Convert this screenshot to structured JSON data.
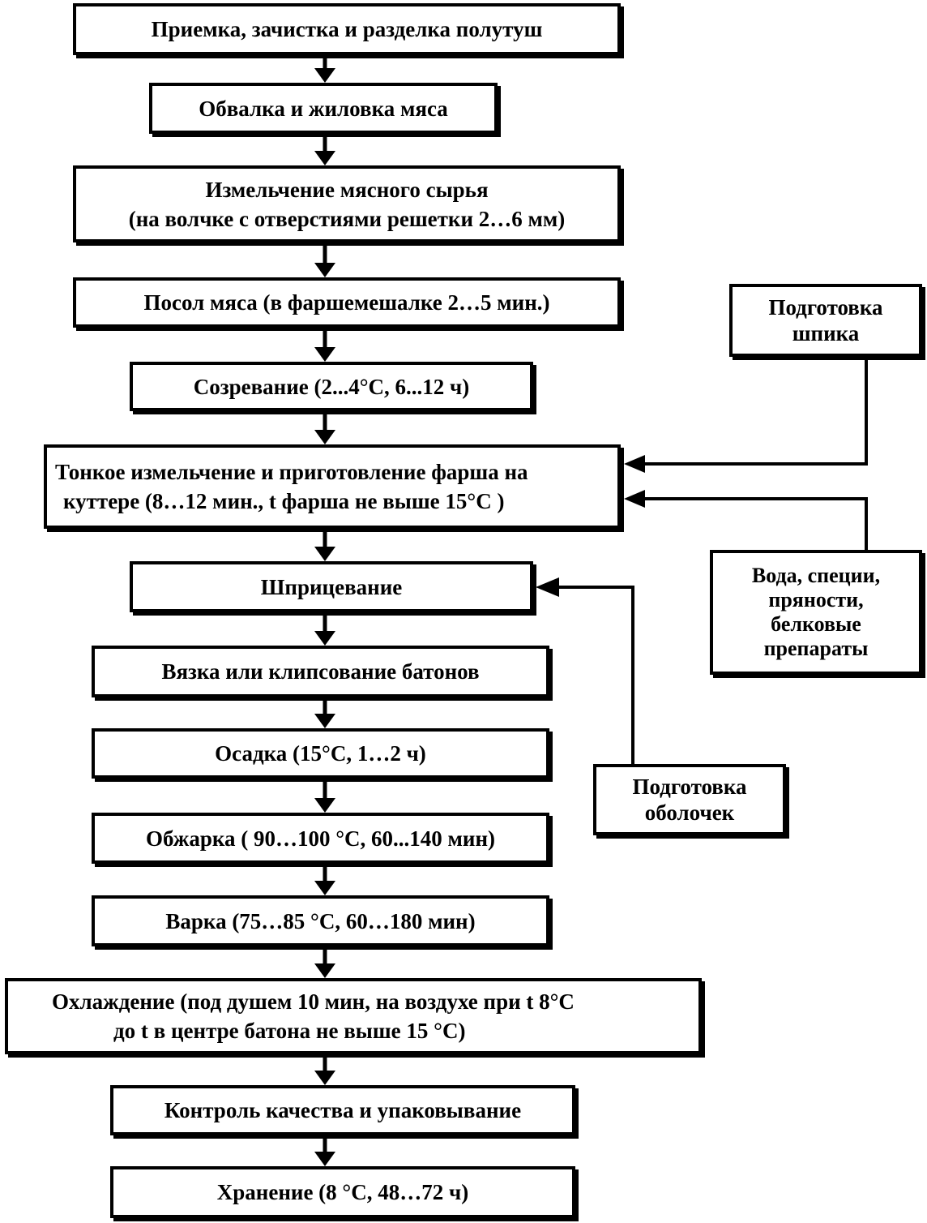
{
  "main_steps": [
    {
      "lines": [
        "Приемка, зачистка и разделка полутуш"
      ]
    },
    {
      "lines": [
        "Обвалка и жиловка мяса"
      ]
    },
    {
      "lines": [
        "Измельчение мясного сырья",
        "(на волчке с отверстиями решетки 2…6 мм)"
      ]
    },
    {
      "lines": [
        "Посол мяса (в фаршемешалке 2…5 мин.)"
      ]
    },
    {
      "lines": [
        "Созревание (2...4°С, 6...12 ч)"
      ]
    },
    {
      "lines": [
        "Тонкое измельчение и приготовление фарша на",
        "куттере (8…12 мин., t фарша не выше 15°С )"
      ]
    },
    {
      "lines": [
        "Шприцевание"
      ]
    },
    {
      "lines": [
        "Вязка или клипсование батонов"
      ]
    },
    {
      "lines": [
        "Осадка (15°С, 1…2 ч)"
      ]
    },
    {
      "lines": [
        "Обжарка ( 90…100 °С, 60...140 мин)"
      ]
    },
    {
      "lines": [
        "Варка (75…85 °С, 60…180 мин)"
      ]
    },
    {
      "lines": [
        "Охлаждение (под душем 10 мин, на воздухе при t 8°С",
        "до t в центре батона не выше 15 °С)"
      ]
    },
    {
      "lines": [
        "Контроль качества и упаковывание"
      ]
    },
    {
      "lines": [
        "Хранение (8 °С, 48…72 ч)"
      ]
    }
  ],
  "side_inputs": {
    "fat_prep": {
      "lines": [
        "Подготовка",
        "шпика"
      ]
    },
    "additives": {
      "lines": [
        "Вода, специи,",
        "пряности,",
        "белковые",
        "препараты"
      ]
    },
    "casing_prep": {
      "lines": [
        "Подготовка",
        "оболочек"
      ]
    }
  }
}
